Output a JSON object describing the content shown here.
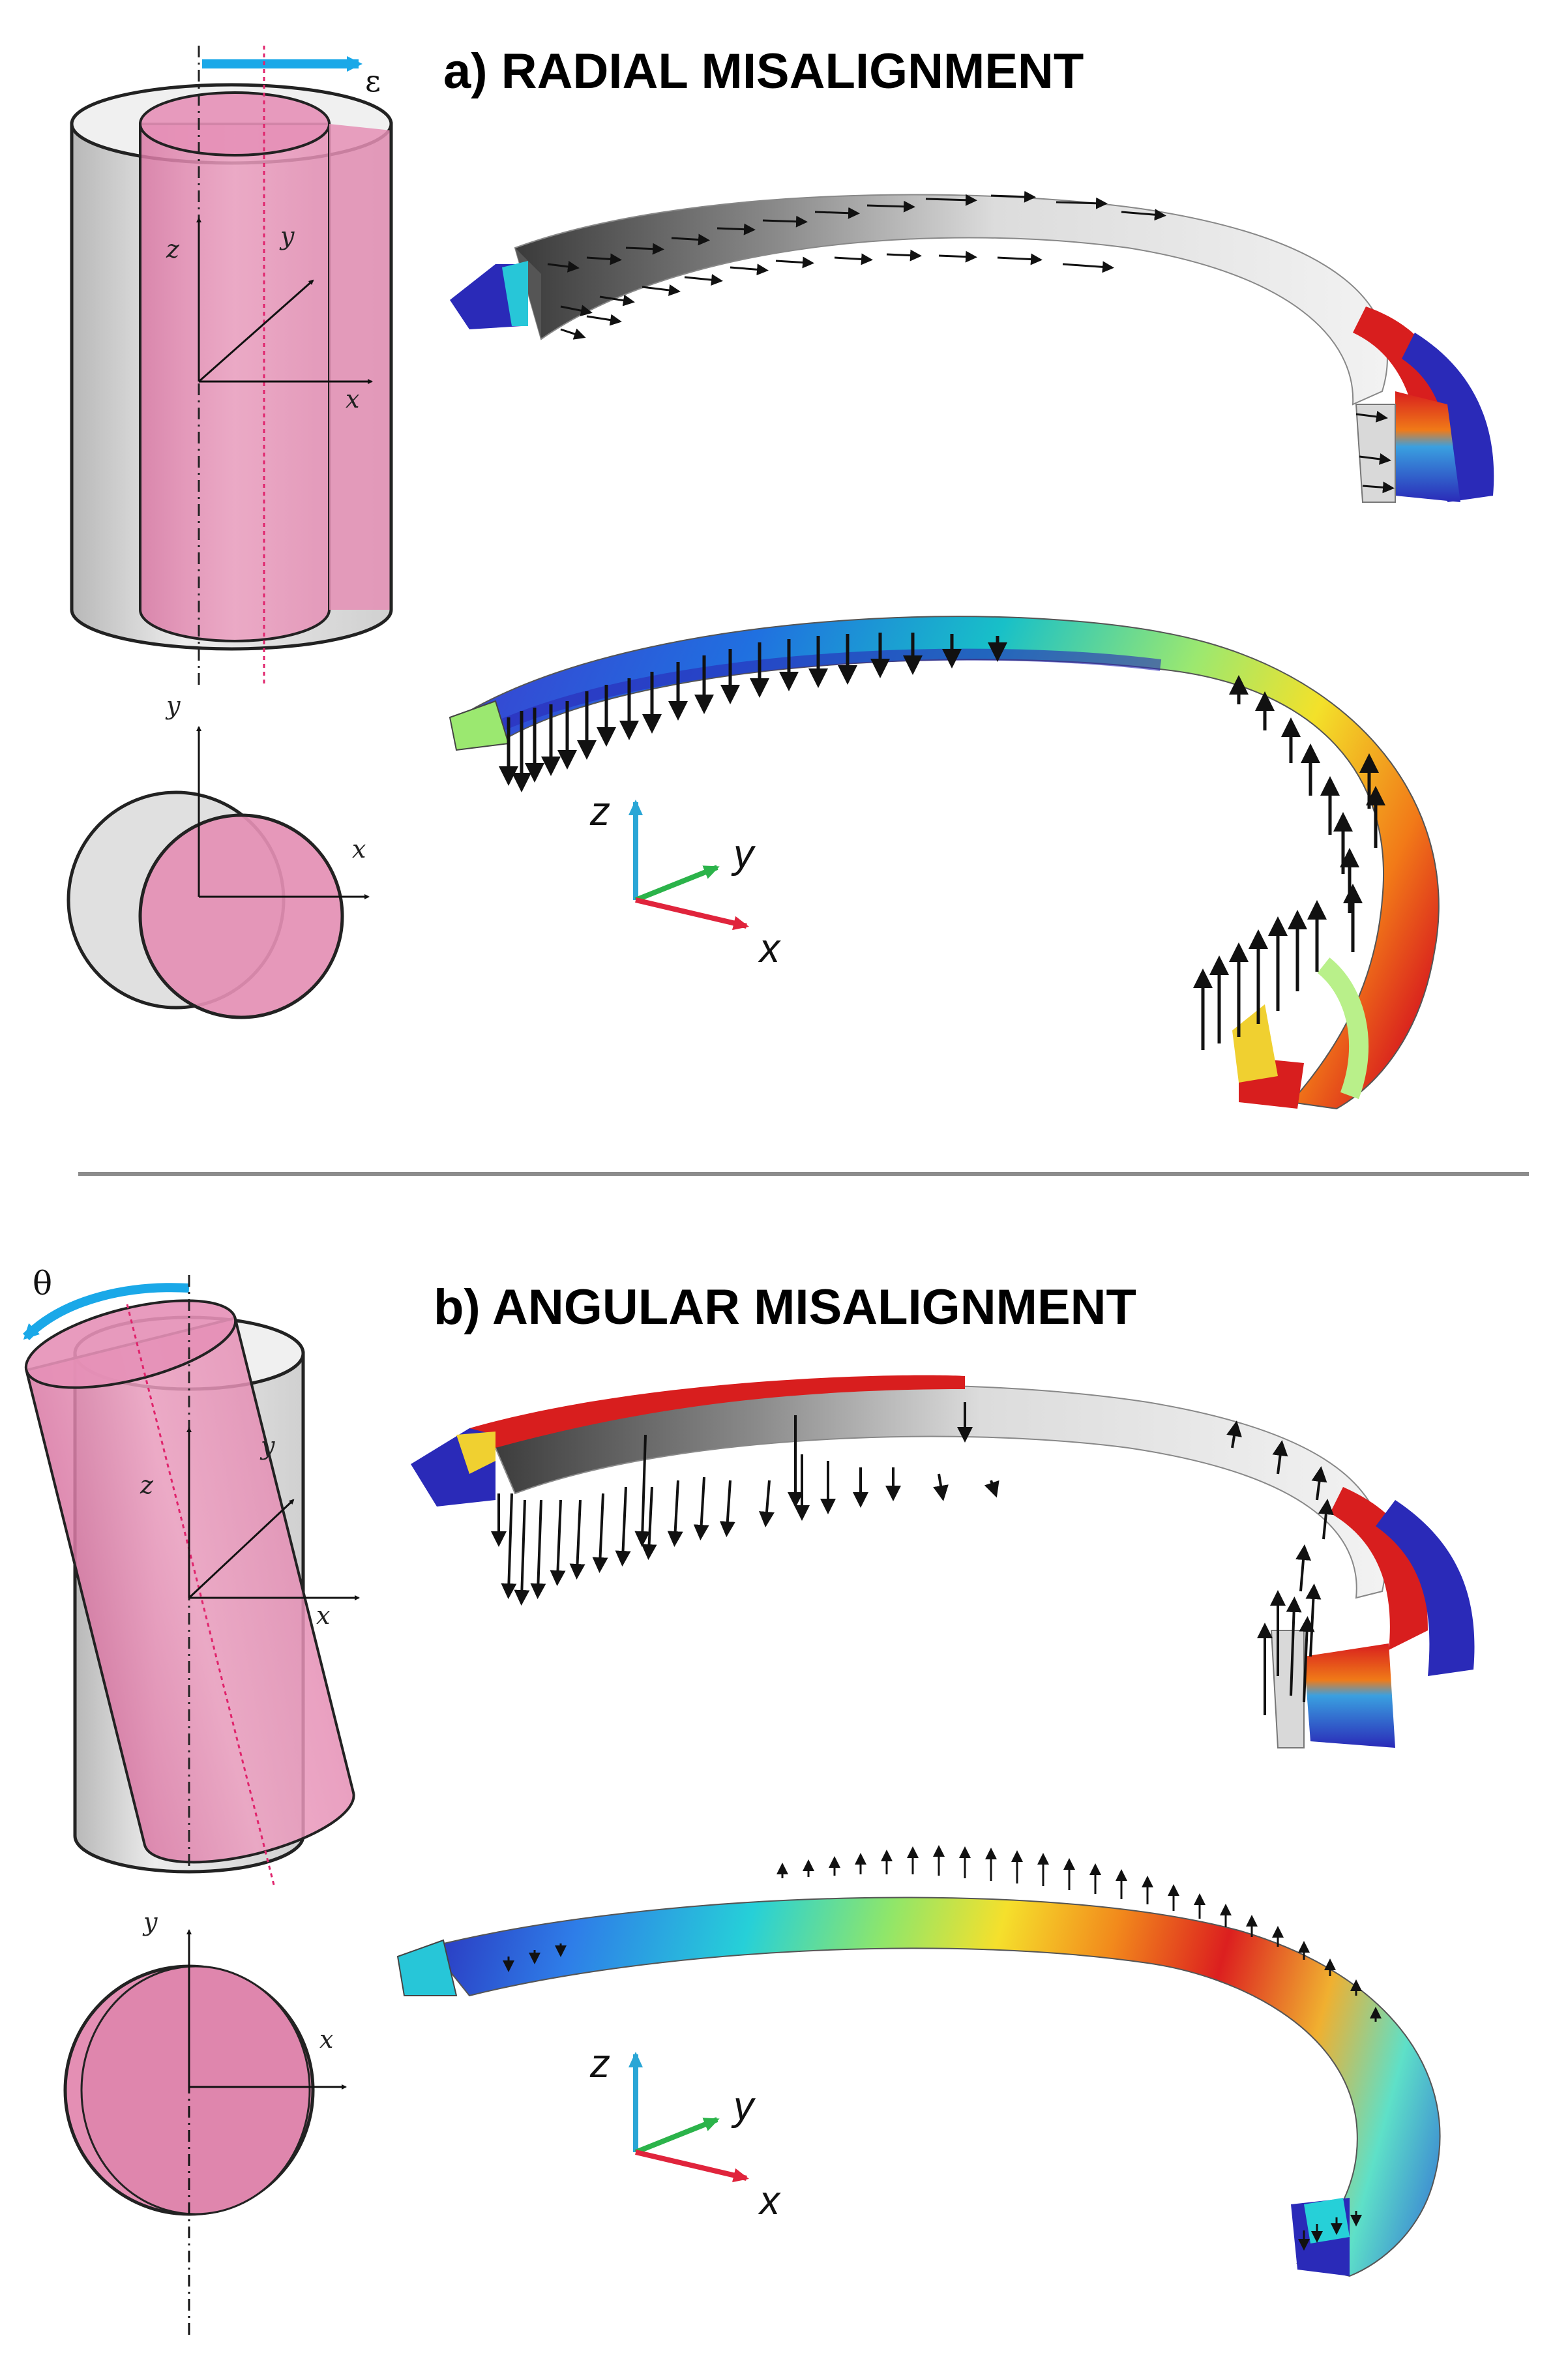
{
  "panel_a": {
    "title": "a) RADIAL MISALIGNMENT",
    "symbol": "ε",
    "side_axes": {
      "z": "z",
      "y": "y",
      "x": "x"
    },
    "top_axes": {
      "y": "y",
      "x": "x"
    },
    "triad": {
      "z": "z",
      "y": "y",
      "x": "x"
    }
  },
  "panel_b": {
    "title": "b) ANGULAR MISALIGNMENT",
    "symbol": "θ",
    "side_axes": {
      "z": "z",
      "y": "y",
      "x": "x"
    },
    "top_axes": {
      "y": "y",
      "x": "x"
    },
    "triad": {
      "z": "z",
      "y": "y",
      "x": "x"
    }
  },
  "colors": {
    "shaft_pink": "#e48fb4",
    "housing_grey": "#e2e2e2",
    "misalignment_arrow": "#1aa8e8",
    "triad_z": "#2aa6d6",
    "triad_y": "#2bb34a",
    "triad_x": "#e0243c",
    "divider": "#8c8c8c"
  }
}
